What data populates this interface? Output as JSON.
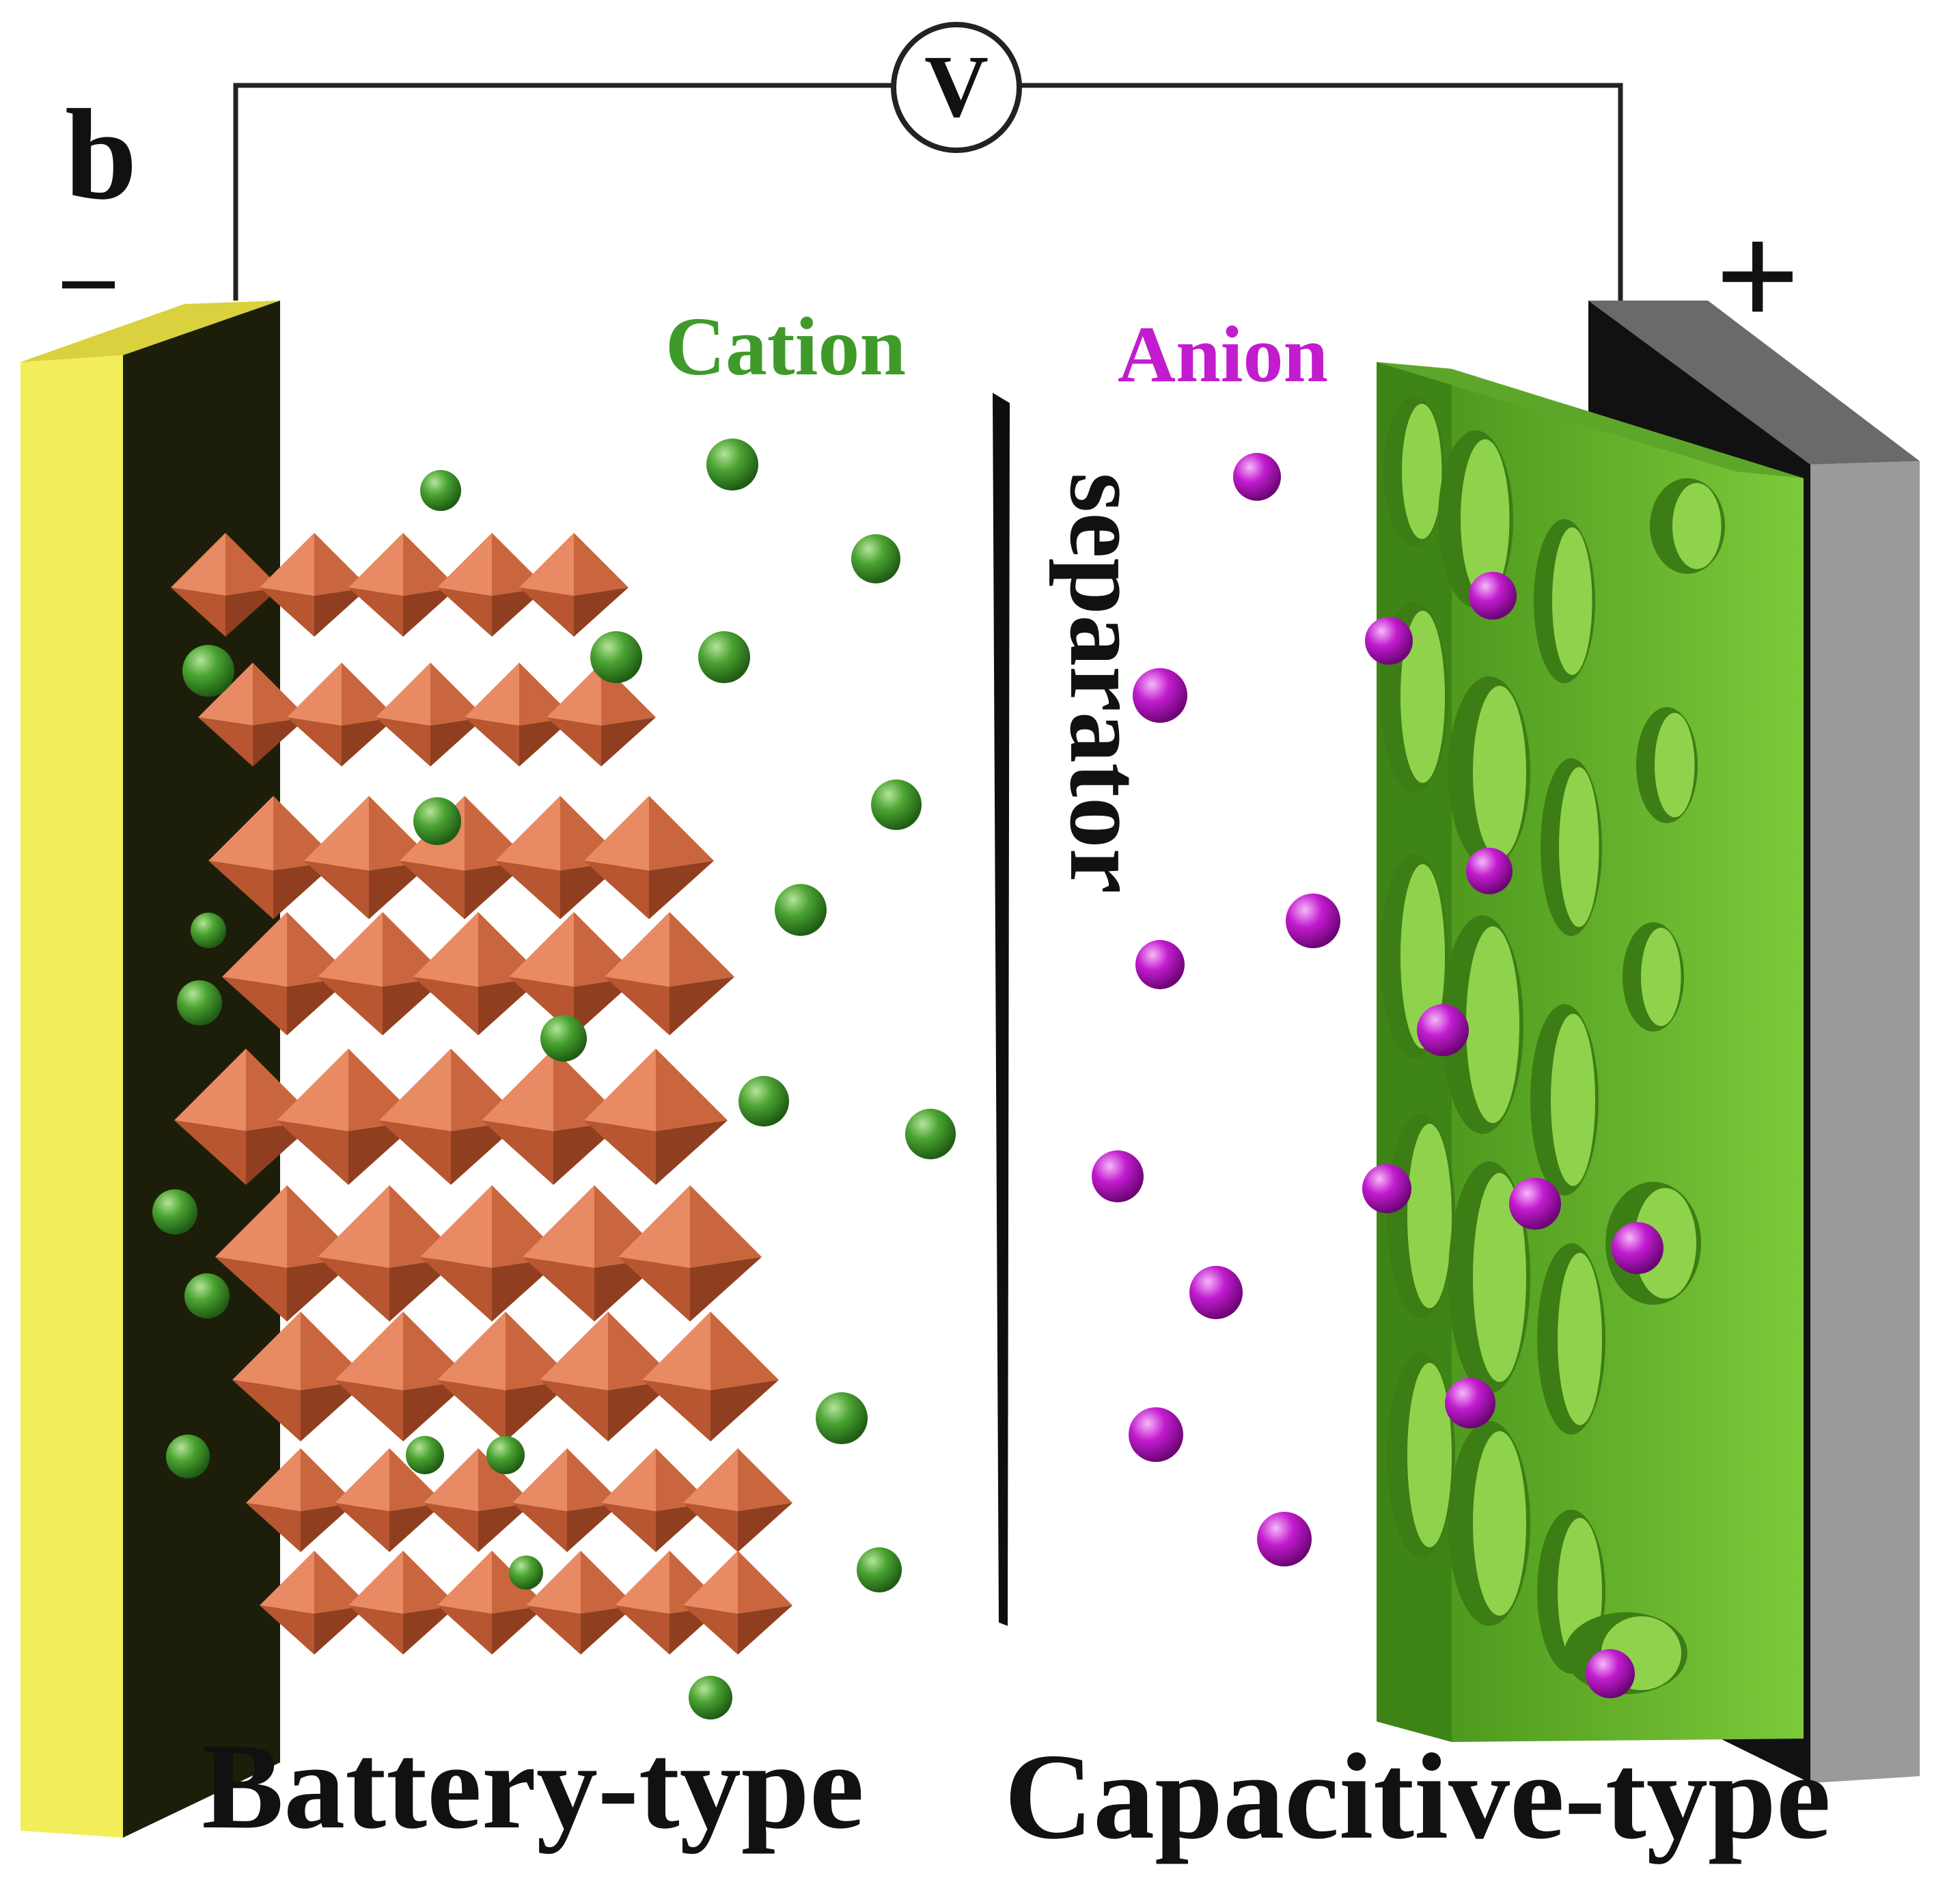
{
  "panel_label": "b",
  "voltmeter_symbol": "V",
  "negative_sign": "–",
  "positive_sign": "+",
  "cation_label": "Cation",
  "anion_label": "Anion",
  "separator_label": "separator",
  "battery_label": "Battery-type",
  "capacitive_label": "Capacitive-type",
  "colors": {
    "cation": "#3f9a2a",
    "anion": "#c21ccf",
    "octahedron": "#e07a52",
    "porous_carbon": "#74c234",
    "anode_current_collector": "#f2ee5a",
    "cathode_current_collector": "#9a9a9a"
  }
}
